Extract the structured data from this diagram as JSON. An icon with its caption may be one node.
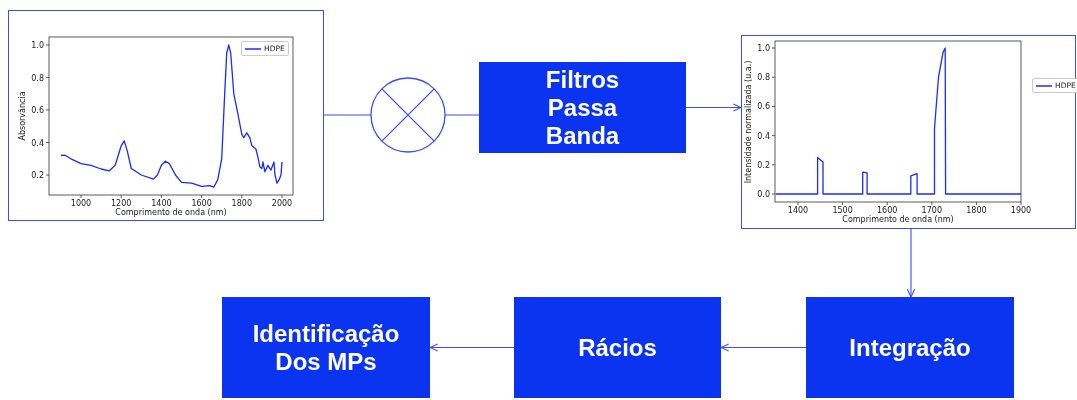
{
  "diagram": {
    "nodes": [
      {
        "text": [],
        "shape": "picture"
      },
      {
        "text": [],
        "shape": "circle"
      },
      {
        "text": [
          "Filtros Passa Banda"
        ]
      },
      {
        "text": [],
        "shape": "picture"
      },
      {
        "text": [
          "Integração"
        ]
      },
      {
        "text": [
          "Rácios"
        ]
      },
      {
        "text": [
          "Identificação Dos MPs"
        ]
      }
    ],
    "edges": [
      {
        "from": 0,
        "to": 1,
        "arrow": "none"
      },
      {
        "from": 1,
        "to": 2,
        "arrow": "none"
      },
      {
        "from": 2,
        "to": 3,
        "arrow": "to"
      },
      {
        "from": 3,
        "to": 4,
        "arrow": "to"
      },
      {
        "from": 4,
        "to": 5,
        "arrow": "to"
      },
      {
        "from": 5,
        "to": 6,
        "arrow": "to"
      }
    ],
    "labels": [
      "1.0",
      "0.8",
      "0.6",
      "0.4",
      "0.2",
      "Absorvância",
      "1000",
      "1200",
      "1400",
      "1600",
      "1800",
      "2000",
      "Comprimento de onda (nm)",
      "1.0",
      "0.8",
      "0.6",
      "0.4",
      "0.2",
      "0.0",
      "Intensidade normalizada (u.a.)",
      "1400",
      "1500",
      "1600",
      "1700",
      "1800",
      "1900",
      "Comprimento de onda (nm)"
    ],
    "legend": [
      {
        "text": "HDPE"
      },
      {
        "text": "HDPE"
      }
    ]
  }
}
